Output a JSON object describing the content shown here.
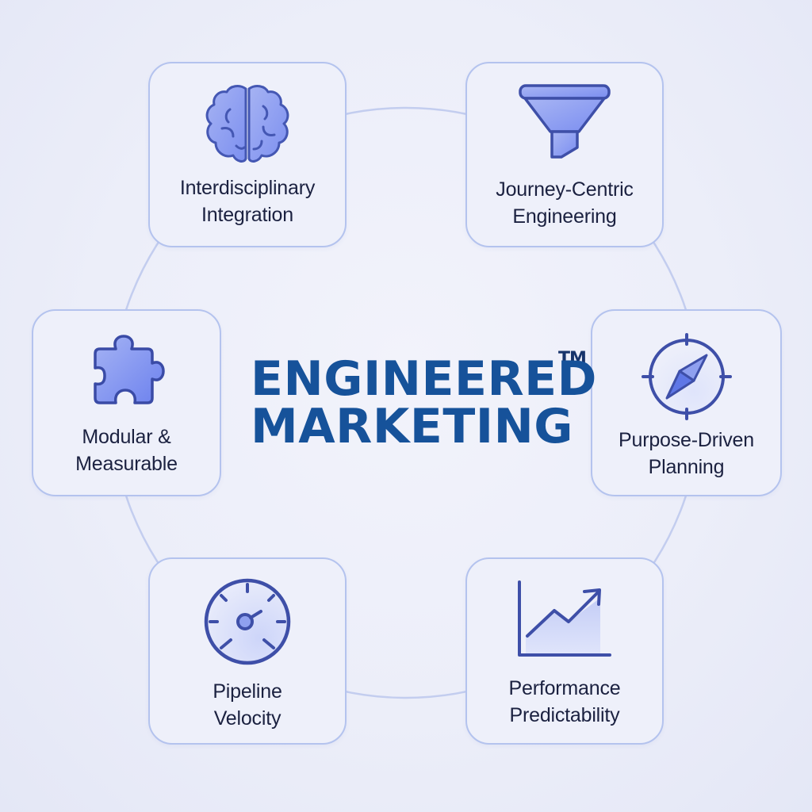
{
  "title": {
    "line1": "ENGINEERED",
    "line2": "MARKETING",
    "trademark": "TM"
  },
  "colors": {
    "background": "#eceef9",
    "card_border": "#b4c3ee",
    "title_blue": "#16529a",
    "icon_stroke": "#3e4fa8",
    "icon_fill": "#8fa0ef",
    "label_text": "#1b2140",
    "ring": "#c3cdef"
  },
  "cards": [
    {
      "id": "interdisciplinary",
      "icon": "brain-icon",
      "line1": "Interdisciplinary",
      "line2": "Integration"
    },
    {
      "id": "journey",
      "icon": "funnel-icon",
      "line1": "Journey-Centric",
      "line2": "Engineering"
    },
    {
      "id": "purpose",
      "icon": "compass-icon",
      "line1": "Purpose-Driven",
      "line2": "Planning"
    },
    {
      "id": "performance",
      "icon": "growth-chart-icon",
      "line1": "Performance",
      "line2": "Predictability"
    },
    {
      "id": "pipeline",
      "icon": "speedometer-icon",
      "line1": "Pipeline",
      "line2": "Velocity"
    },
    {
      "id": "modular",
      "icon": "puzzle-piece-icon",
      "line1": "Modular &",
      "line2": "Measurable"
    }
  ]
}
